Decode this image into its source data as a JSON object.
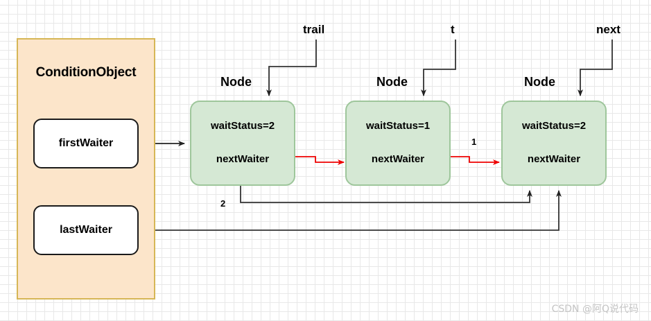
{
  "diagram": {
    "title_hidden": "",
    "colors": {
      "container_fill": "#fce5ca",
      "container_stroke": "#d6b656",
      "node_fill": "#d5e8d4",
      "node_stroke": "#9ec69b",
      "waiter_fill": "#ffffff",
      "waiter_stroke": "#1a1a1a",
      "red_edge": "#ff0000",
      "black_edge": "#333333",
      "grid_minor": "#e8e8e8",
      "grid_major": "#c8c8c8"
    },
    "container": {
      "label": "ConditionObject",
      "fields": [
        {
          "label": "firstWaiter"
        },
        {
          "label": "lastWaiter"
        }
      ]
    },
    "nodes": [
      {
        "caption": "Node",
        "wait_status": "waitStatus=2",
        "next_waiter": "nextWaiter"
      },
      {
        "caption": "Node",
        "wait_status": "waitStatus=1",
        "next_waiter": "nextWaiter"
      },
      {
        "caption": "Node",
        "wait_status": "waitStatus=2",
        "next_waiter": "nextWaiter"
      }
    ],
    "pointers": [
      {
        "label": "trail",
        "target_node_index": 0
      },
      {
        "label": "t",
        "target_node_index": 1
      },
      {
        "label": "next",
        "target_node_index": 2
      }
    ],
    "edge_labels": [
      {
        "label": "2"
      },
      {
        "label": "1"
      }
    ],
    "watermark": "CSDN @阿Q说代码"
  }
}
